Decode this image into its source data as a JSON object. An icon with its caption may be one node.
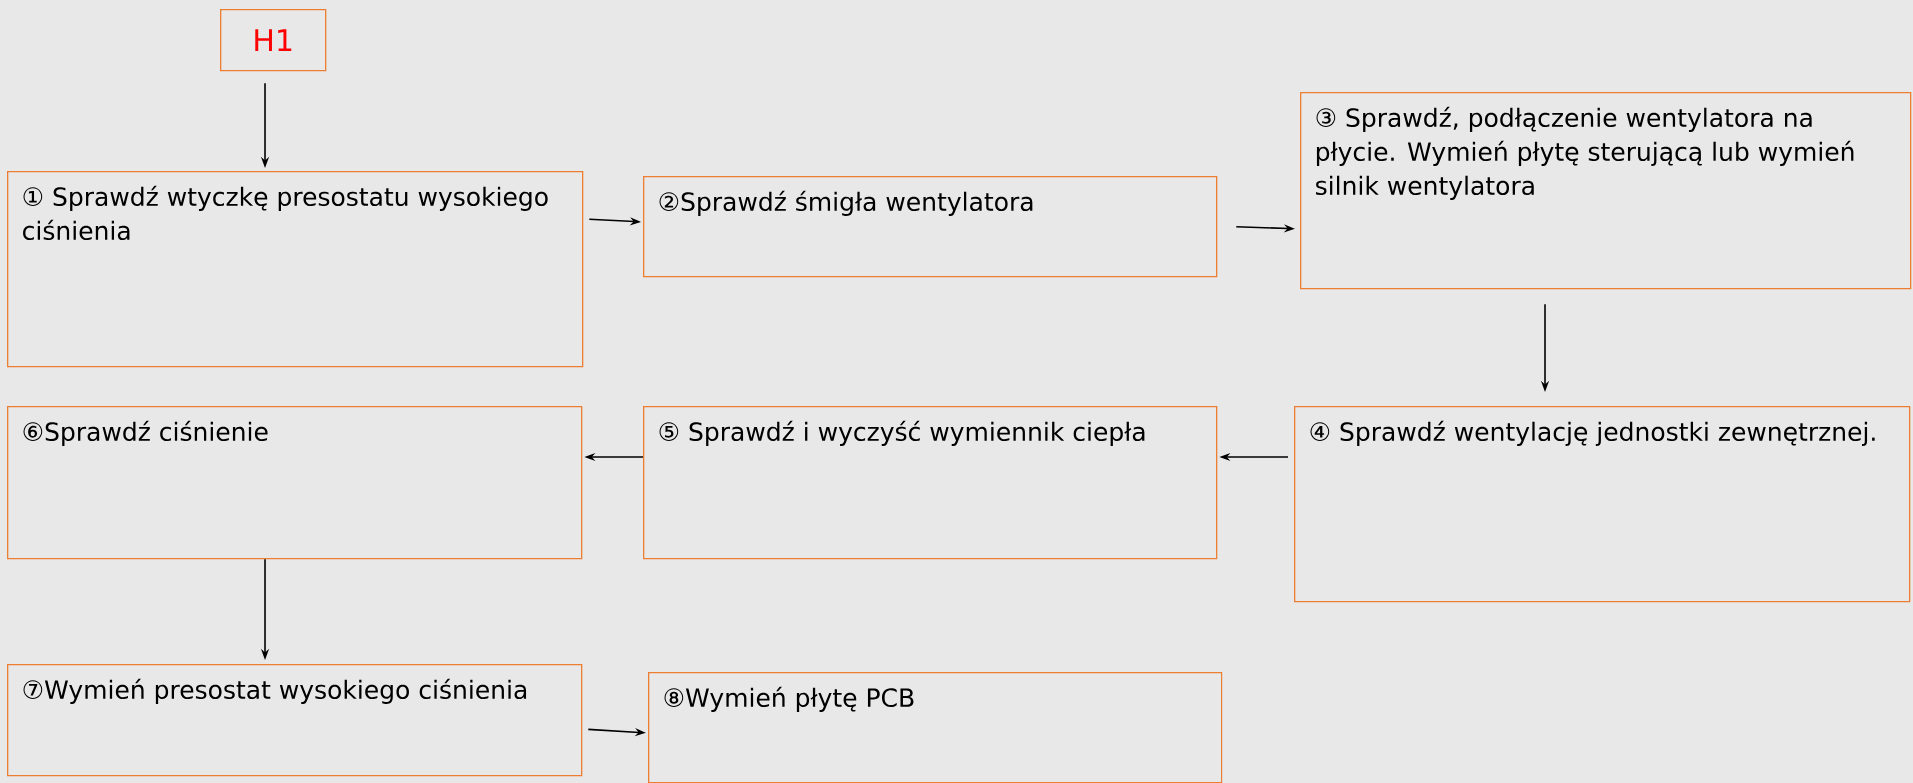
{
  "diagram": {
    "nodes": [
      {
        "text": [
          "H1"
        ]
      },
      {
        "text": [
          "① Sprawdź wtyczkę presostatu wysokiego ciśnienia"
        ]
      },
      {
        "text": [
          "②Sprawdź śmigła wentylatora"
        ]
      },
      {
        "text": [
          "③ Sprawdź, podłączenie wentylatora na płycie. Wymień płytę sterującą lub wymień silnik wentylatora"
        ]
      },
      {
        "text": [
          "④ Sprawdź wentylację jednostki zewnętrznej."
        ]
      },
      {
        "text": [
          "⑤ Sprawdź i wyczyść wymiennik ciepła"
        ]
      },
      {
        "text": [
          "⑥Sprawdź ciśnienie"
        ]
      },
      {
        "text": [
          "⑦Wymień presostat wysokiego ciśnienia"
        ]
      },
      {
        "text": [
          "⑧Wymień płytę PCB"
        ]
      }
    ],
    "edges": [
      {
        "from": 0,
        "to": 1,
        "arrow": "to"
      },
      {
        "from": 1,
        "to": 2,
        "arrow": "to"
      },
      {
        "from": 2,
        "to": 3,
        "arrow": "to"
      },
      {
        "from": 3,
        "to": 4,
        "arrow": "to"
      },
      {
        "from": 4,
        "to": 5,
        "arrow": "to"
      },
      {
        "from": 5,
        "to": 6,
        "arrow": "to"
      },
      {
        "from": 6,
        "to": 7,
        "arrow": "to"
      },
      {
        "from": 7,
        "to": 8,
        "arrow": "to"
      }
    ]
  }
}
